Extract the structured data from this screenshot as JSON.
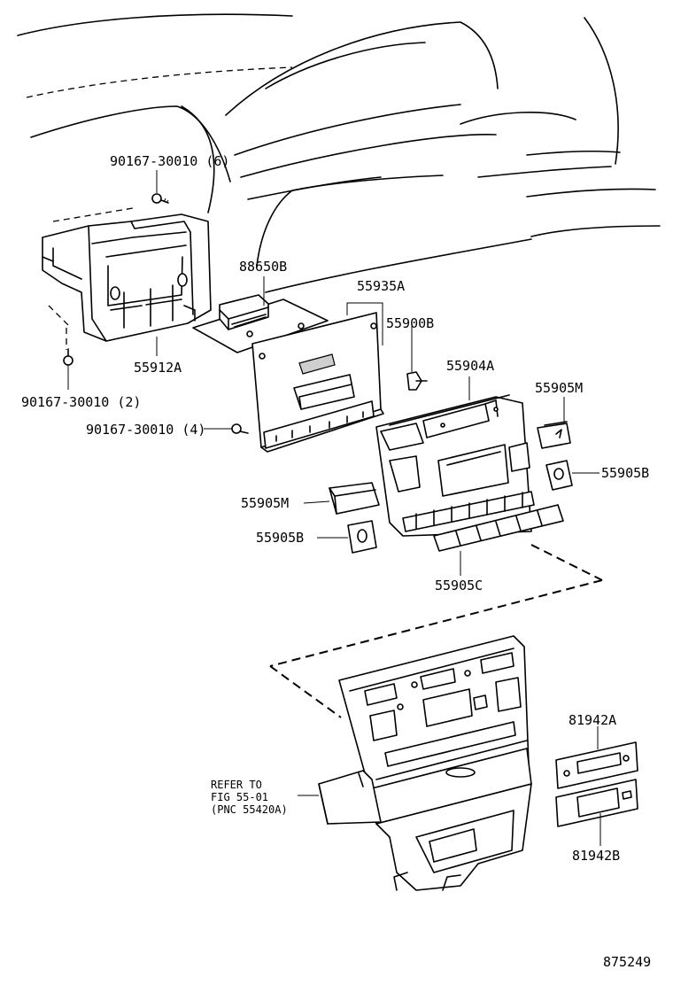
{
  "labels": {
    "screw_top": "90167-30010 (6)",
    "screw_left": "90167-30010 (2)",
    "screw_mid": "90167-30010 (4)",
    "p88650B": "88650B",
    "p55935A": "55935A",
    "p55900B": "55900B",
    "p55912A": "55912A",
    "p55904A": "55904A",
    "p55905M_right": "55905M",
    "p55905B_right": "55905B",
    "p55905M_left": "55905M",
    "p55905B_left": "55905B",
    "p55905C": "55905C",
    "p81942A": "81942A",
    "p81942B": "81942B",
    "refer_line1": "REFER TO",
    "refer_line2": "FIG 55-01",
    "refer_line3": "(PNC 55420A)",
    "figure_number": "875249"
  }
}
